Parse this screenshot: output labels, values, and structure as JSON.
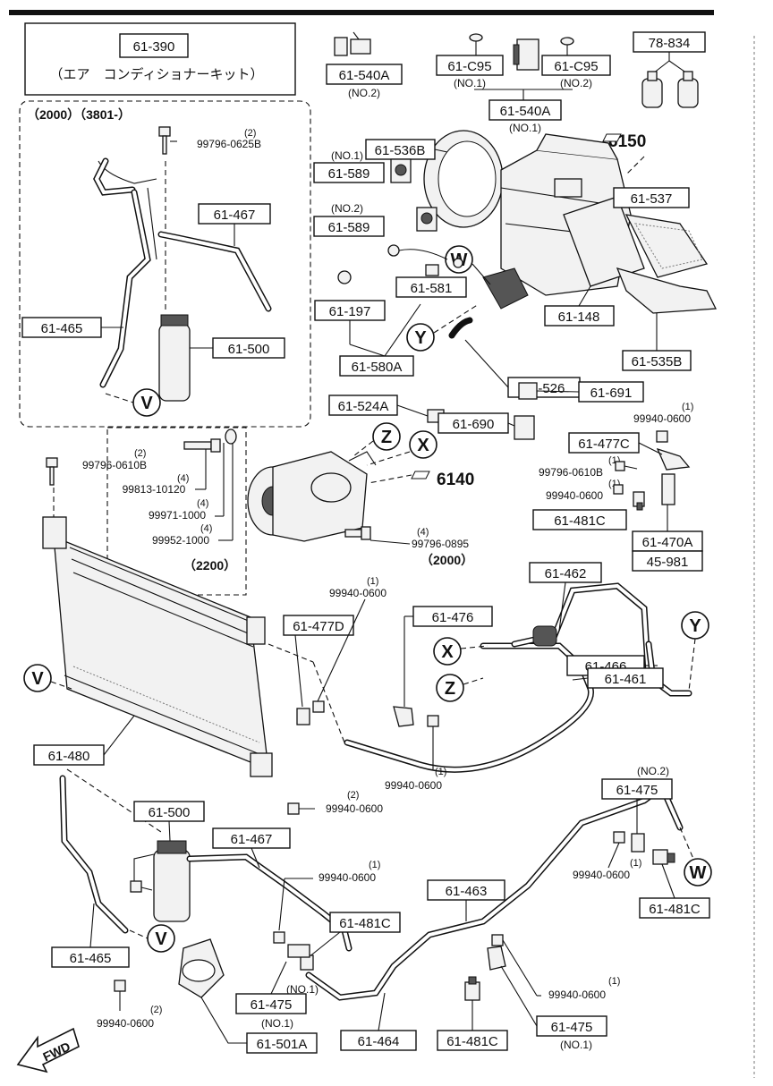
{
  "kit": {
    "code": "61-390",
    "name": "（エア　コンディショナーキット）"
  },
  "region_2000": {
    "title": "（2000）（3801-）"
  },
  "region_2200": {
    "label": "（2200）"
  },
  "refs": {
    "r6150": "6150",
    "r6140": "6140"
  },
  "fwd": "FWD",
  "markers": {
    "W": "W",
    "Y": "Y",
    "V": "V",
    "Z": "Z",
    "X": "X"
  },
  "parts": {
    "p61_540A_top": "61-540A",
    "no2_a": "(NO.2)",
    "p61_C95_1": "61-C95",
    "no1_a": "(NO.1)",
    "p61_C95_2": "61-C95",
    "no2_b": "(NO.2)",
    "p61_540A_mid": "61-540A",
    "no1_b": "(NO.1)",
    "p78_834": "78-834",
    "p61_536B": "61-536B",
    "no1_c": "(NO.1)",
    "p61_589_1": "61-589",
    "no2_c": "(NO.2)",
    "p61_589_2": "61-589",
    "p61_537": "61-537",
    "p61_581": "61-581",
    "p61_197": "61-197",
    "p61_580A": "61-580A",
    "p61_148": "61-148",
    "p61_526": "61-526",
    "p61_535B": "61-535B",
    "p61_524A": "61-524A",
    "p61_691": "61-691",
    "p61_690": "61-690",
    "p61_477C": "61-477C",
    "p61_481C_r": "61-481C",
    "p61_470A": "61-470A",
    "p45_981": "45-981",
    "p61_467_up": "61-467",
    "p61_465_up": "61-465",
    "p61_500_up": "61-500",
    "p61_462": "61-462",
    "p61_476": "61-476",
    "p61_477D": "61-477D",
    "p61_466": "61-466",
    "p61_461": "61-461",
    "p61_480": "61-480",
    "p61_475_no2": "61-475",
    "no2_d": "(NO.2)",
    "p61_500_lo": "61-500",
    "p61_467_lo": "61-467",
    "p61_481C_lo": "61-481C",
    "p61_463": "61-463",
    "p61_481C_lo_r": "61-481C",
    "p61_465_lo": "61-465",
    "p61_475_no1_l": "61-475",
    "no1_d": "(NO.1)",
    "p61_464": "61-464",
    "p61_481C_bottom": "61-481C",
    "p61_475_no1_r": "61-475",
    "no1_e": "(NO.1)",
    "p61_501A": "61-501A"
  },
  "bolts": {
    "b1": {
      "qty": "(2)",
      "code": "99796-0625B"
    },
    "b2": {
      "qty": "(1)",
      "code": "99940-0600"
    },
    "b3": {
      "qty": "(1)",
      "code": "99796-0610B"
    },
    "b4": {
      "qty": "(1)",
      "code": "99940-0600"
    },
    "b5": {
      "qty": "(2)",
      "code": "99796-0610B"
    },
    "b6": {
      "qty": "(4)",
      "code": "99813-10120"
    },
    "b7": {
      "qty": "(4)",
      "code": "99971-1000"
    },
    "b8": {
      "qty": "(4)",
      "code": "99952-1000"
    },
    "b9": {
      "qty": "(4)",
      "code": "99796-0895",
      "note": "（2000）"
    },
    "b10": {
      "qty": "(1)",
      "code": "99940-0600"
    },
    "b11": {
      "qty": "(1)",
      "code": "99940-0600"
    },
    "b12": {
      "qty": "(2)",
      "code": "99940-0600"
    },
    "b13": {
      "qty": "(1)",
      "code": "99940-0600"
    },
    "b14": {
      "qty": "(1)",
      "code": "99940-0600"
    },
    "b15": {
      "qty": "(1)",
      "code": "99940-0600"
    },
    "b16": {
      "qty": "(2)",
      "code": "99940-0600"
    }
  }
}
